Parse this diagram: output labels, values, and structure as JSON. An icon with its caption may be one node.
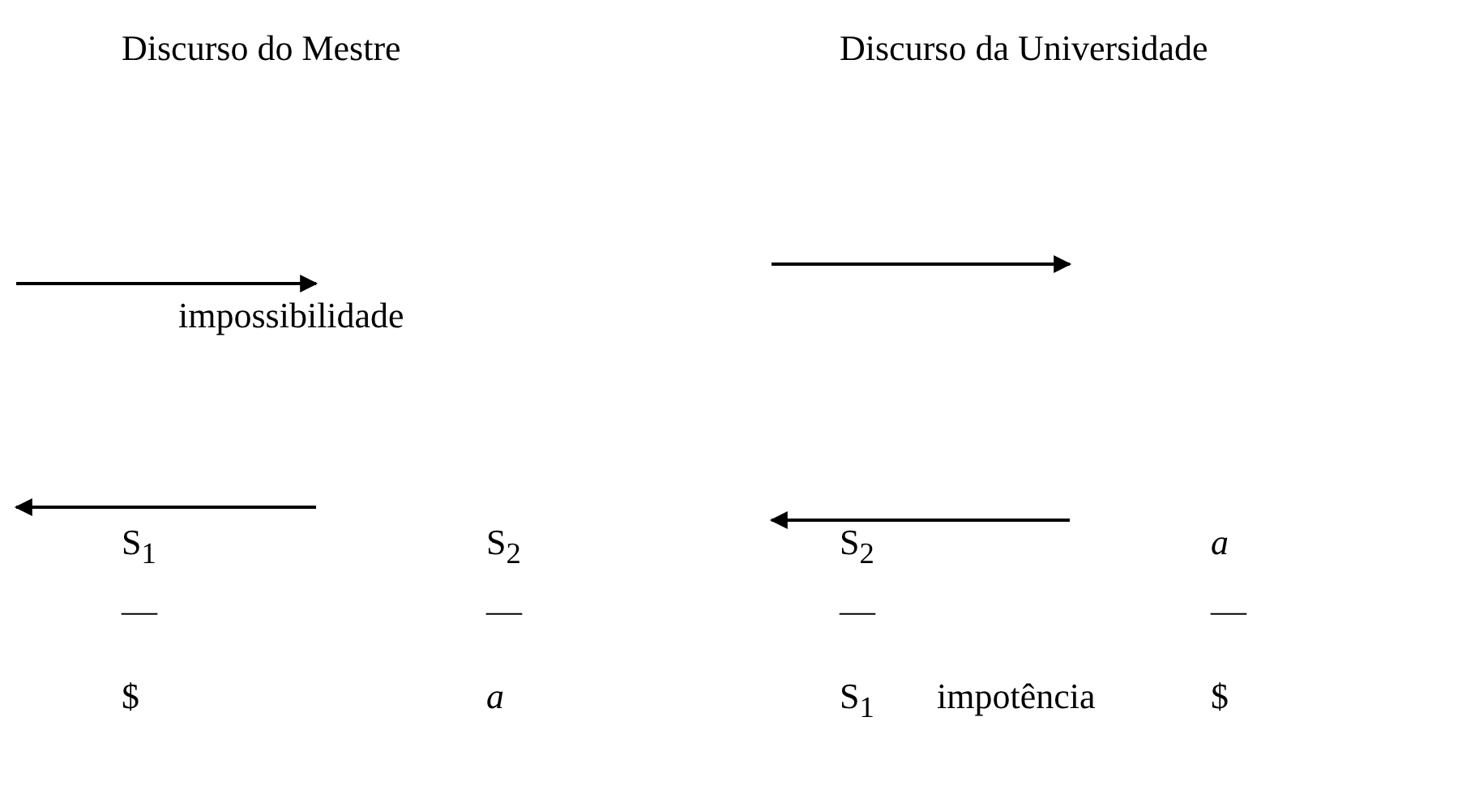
{
  "diagram": {
    "labels": [
      "Discurso do Mestre",
      "Discurso da Universidade",
      "impossibilidade",
      "S$_{1}$",
      "S$_{2}$",
      "S$_{2}$",
      "a",
      "—",
      "—",
      "—",
      "—",
      "$",
      "a",
      "S$_{1}$",
      "impotência",
      "$"
    ]
  }
}
